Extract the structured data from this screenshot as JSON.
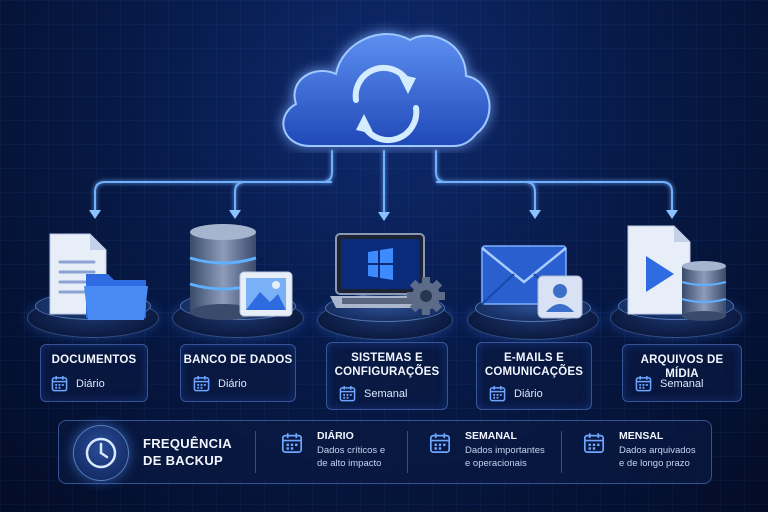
{
  "categories": [
    {
      "title_lines": [
        "DOCUMENTOS"
      ],
      "frequency": "Diário",
      "icon": "document-folder-icon"
    },
    {
      "title_lines": [
        "BANCO DE DADOS"
      ],
      "frequency": "Diário",
      "icon": "database-image-icon"
    },
    {
      "title_lines": [
        "SISTEMAS E",
        "CONFIGURAÇÕES"
      ],
      "frequency": "Semanal",
      "icon": "laptop-gear-icon"
    },
    {
      "title_lines": [
        "E-MAILS E",
        "COMUNICAÇÕES"
      ],
      "frequency": "Diário",
      "icon": "mail-contact-icon"
    },
    {
      "title_lines": [
        "ARQUIVOS DE MÍDIA"
      ],
      "frequency": "Semanal",
      "icon": "media-database-icon"
    }
  ],
  "legend": {
    "title_lines": [
      "FREQUÊNCIA",
      "DE BACKUP"
    ],
    "items": [
      {
        "title": "DIÁRIO",
        "desc_lines": [
          "Dados críticos e",
          "de alto impacto"
        ]
      },
      {
        "title": "SEMANAL",
        "desc_lines": [
          "Dados importantes",
          "e operacionais"
        ]
      },
      {
        "title": "MENSAL",
        "desc_lines": [
          "Dados arquivados",
          "e de longo prazo"
        ]
      }
    ]
  },
  "colors": {
    "accent": "#3d8bff",
    "glow": "#5fa8ff",
    "background": "#071a48",
    "card_border": "#6ea0ff"
  },
  "central_icon": "cloud-sync-icon"
}
